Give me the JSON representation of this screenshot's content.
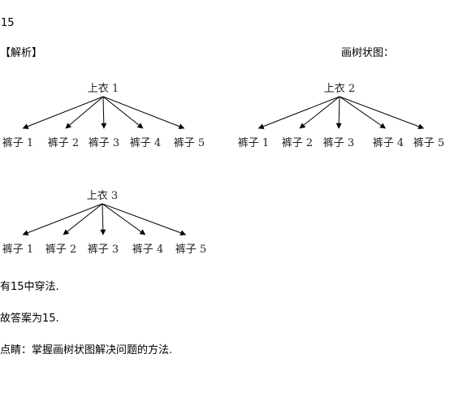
{
  "answer": "15",
  "analysis_label": "【解析】",
  "tree_label": "画树状图：",
  "trees": [
    {
      "root": "上衣 1",
      "leaves": [
        "裤子 1",
        "裤子 2",
        "裤子 3",
        "裤子 4",
        "裤子 5"
      ]
    },
    {
      "root": "上衣 2",
      "leaves": [
        "裤子 1",
        "裤子 2",
        "裤子 3",
        "裤子 4",
        "裤子 5"
      ]
    },
    {
      "root": "上衣 3",
      "leaves": [
        "裤子 1",
        "裤子 2",
        "裤子 3",
        "裤子 4",
        "裤子 5"
      ]
    }
  ],
  "line1": "有15中穿法.",
  "line2": "故答案为15.",
  "line3": "点睛：掌握画树状图解决问题的方法."
}
